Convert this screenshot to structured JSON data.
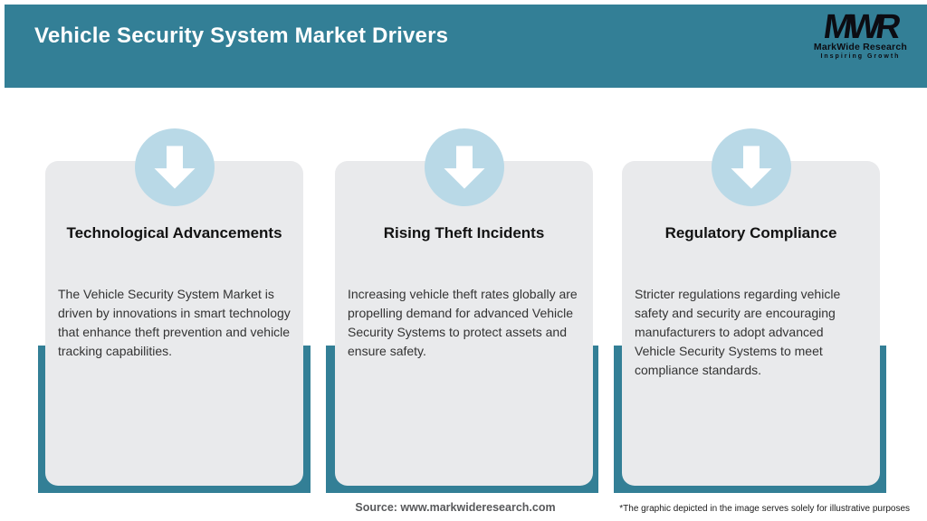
{
  "header": {
    "title": "Vehicle Security System Market Drivers",
    "logo": {
      "mark": "MWR",
      "name": "MarkWide Research",
      "tagline": "Inspiring Growth"
    }
  },
  "cards": [
    {
      "icon": "down-arrow-icon",
      "title": "Technological Advancements",
      "body": "The Vehicle Security System Market is\ndriven by innovations in smart technology\nthat enhance theft prevention and vehicle\ntracking capabilities."
    },
    {
      "icon": "down-arrow-icon",
      "title": "Rising Theft Incidents",
      "body": "Increasing vehicle theft rates globally are\npropelling demand for advanced Vehicle\nSecurity Systems to protect assets and\nensure safety."
    },
    {
      "icon": "down-arrow-icon",
      "title": "Regulatory Compliance",
      "body": "Stricter regulations regarding vehicle\nsafety and security are encouraging\nmanufacturers to adopt advanced\nVehicle Security Systems to meet\ncompliance standards."
    }
  ],
  "footer": {
    "source": "Source: www.markwideresearch.com",
    "disclaimer": "*The graphic depicted in the image serves solely for illustrative purposes"
  },
  "colors": {
    "teal": "#337f96",
    "card": "#e9eaec",
    "circle": "#b9d9e7"
  }
}
